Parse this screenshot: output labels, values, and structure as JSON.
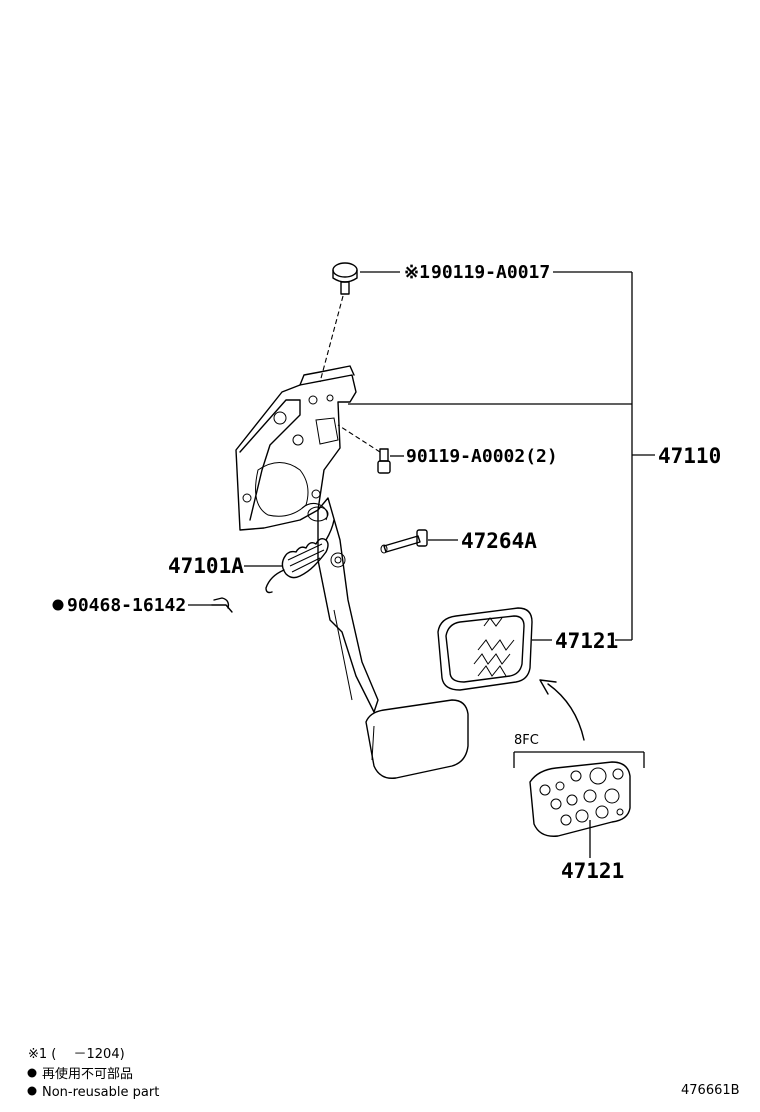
{
  "callouts": {
    "bolt_top": "90119-A0017",
    "bolt_top_mark": "※1",
    "bolt_side": "90119-A0002(2)",
    "assembly": "47110",
    "pin": "47264A",
    "spring": "47101A",
    "clip": "90468-16142",
    "pad_upper": "47121",
    "pad_lower": "47121",
    "variant_label": "8FC"
  },
  "legend": {
    "note1": "※1 (　 －1204)",
    "reuse_ja": "再使用不可部品",
    "reuse_en": "Non-reusable part"
  },
  "figure_id": "476661B"
}
